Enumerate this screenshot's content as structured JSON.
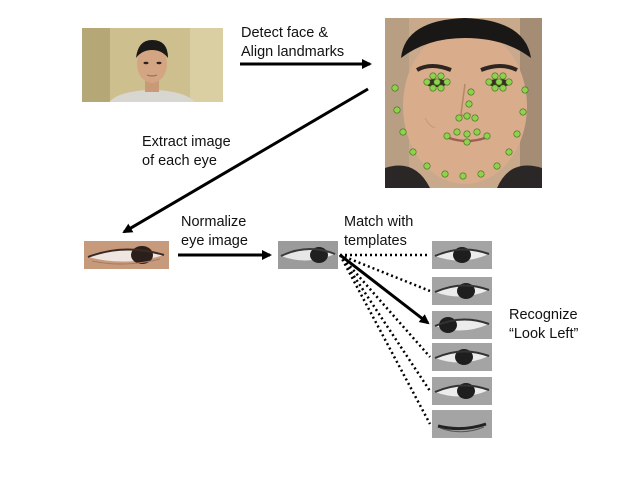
{
  "steps": {
    "detect": {
      "line1": "Detect face &",
      "line2": "Align landmarks"
    },
    "extract": {
      "line1": "Extract image",
      "line2": "of each eye"
    },
    "normalize": {
      "line1": "Normalize",
      "line2": "eye image"
    },
    "match": {
      "line1": "Match with",
      "line2": "templates"
    },
    "recognize": {
      "line1": "Recognize",
      "line2": "“Look Left”"
    }
  },
  "images": {
    "input_photo": "webcam-face-photo",
    "landmark_photo": "face-with-landmark-points",
    "eye_crop": "color-eye-crop",
    "normalized_eye": "grayscale-normalized-eye",
    "templates": [
      "eye-template-look-center",
      "eye-template-look-up",
      "eye-template-look-left",
      "eye-template-look-right",
      "eye-template-look-down",
      "eye-template-closed"
    ]
  },
  "colors": {
    "landmark": "#8fd14f",
    "arrow": "#000000"
  }
}
